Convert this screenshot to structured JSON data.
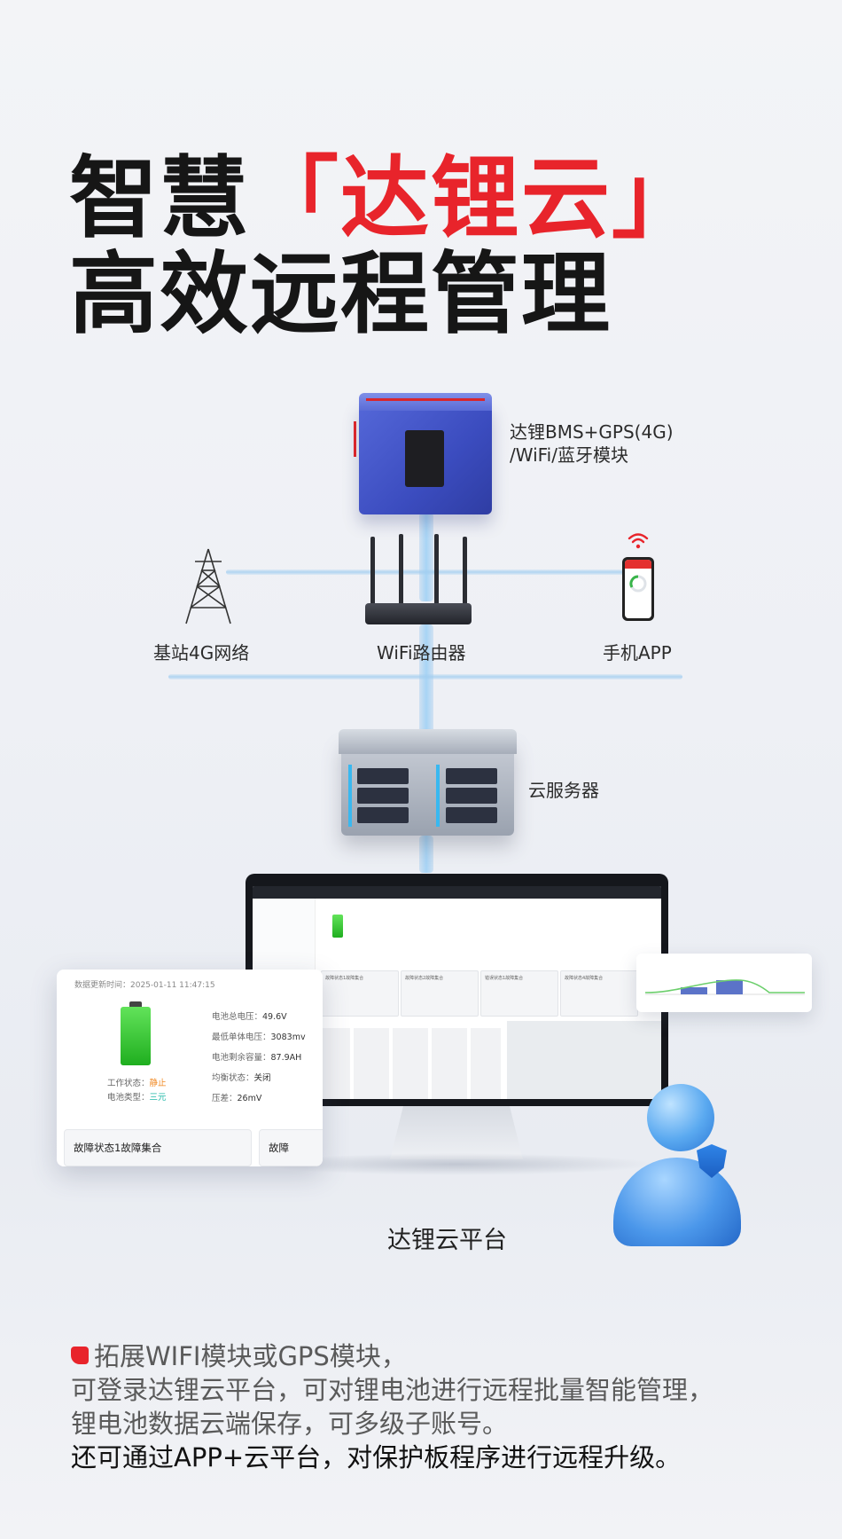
{
  "headline": {
    "line1_prefix": "智慧",
    "line1_highlight": "「达锂云」",
    "line2": "高效远程管理"
  },
  "nodes": {
    "module_line1": "达锂BMS+GPS(4G)",
    "module_line2": "/WiFi/蓝牙模块",
    "tower": "基站4G网络",
    "router": "WiFi路由器",
    "phone": "手机APP",
    "server": "云服务器",
    "platform": "达锂云平台"
  },
  "detail_card": {
    "update_time": "数据更新时间：2025-01-11 11:47:15",
    "total_voltage_label": "电池总电压：",
    "total_voltage": "49.6V",
    "min_cell_label": "最低单体电压：",
    "min_cell": "3083mv",
    "remaining_label": "电池剩余容量：",
    "remaining": "87.9AH",
    "work_state_label": "工作状态：",
    "work_state": "静止",
    "balance_label": "均衡状态：",
    "balance": "关闭",
    "battery_type_label": "电池类型：",
    "battery_type": "三元",
    "diff_label": "压差：",
    "diff": "26mV",
    "fault_box_1": "故障状态1故障集合",
    "fault_box_2": "故障"
  },
  "screen": {
    "fault_panels": [
      "故障状态1故障集合",
      "故障状态2故障集合",
      "错误状态1故障集合",
      "故障状态4故障集合"
    ]
  },
  "bottom_text": {
    "line1": "拓展WIFI模块或GPS模块，",
    "line2": "可登录达锂云平台，可对锂电池进行远程批量智能管理，",
    "line3": "锂电池数据云端保存，可多级子账号。",
    "line4": "还可通过APP+云平台，对保护板程序进行远程升级。"
  },
  "colors": {
    "accent_red": "#e8242b",
    "pipe_blue": "#8cc6f0",
    "battery_green": "#2fc22a",
    "status_orange": "#f08a24",
    "type_teal": "#21b8a8"
  }
}
